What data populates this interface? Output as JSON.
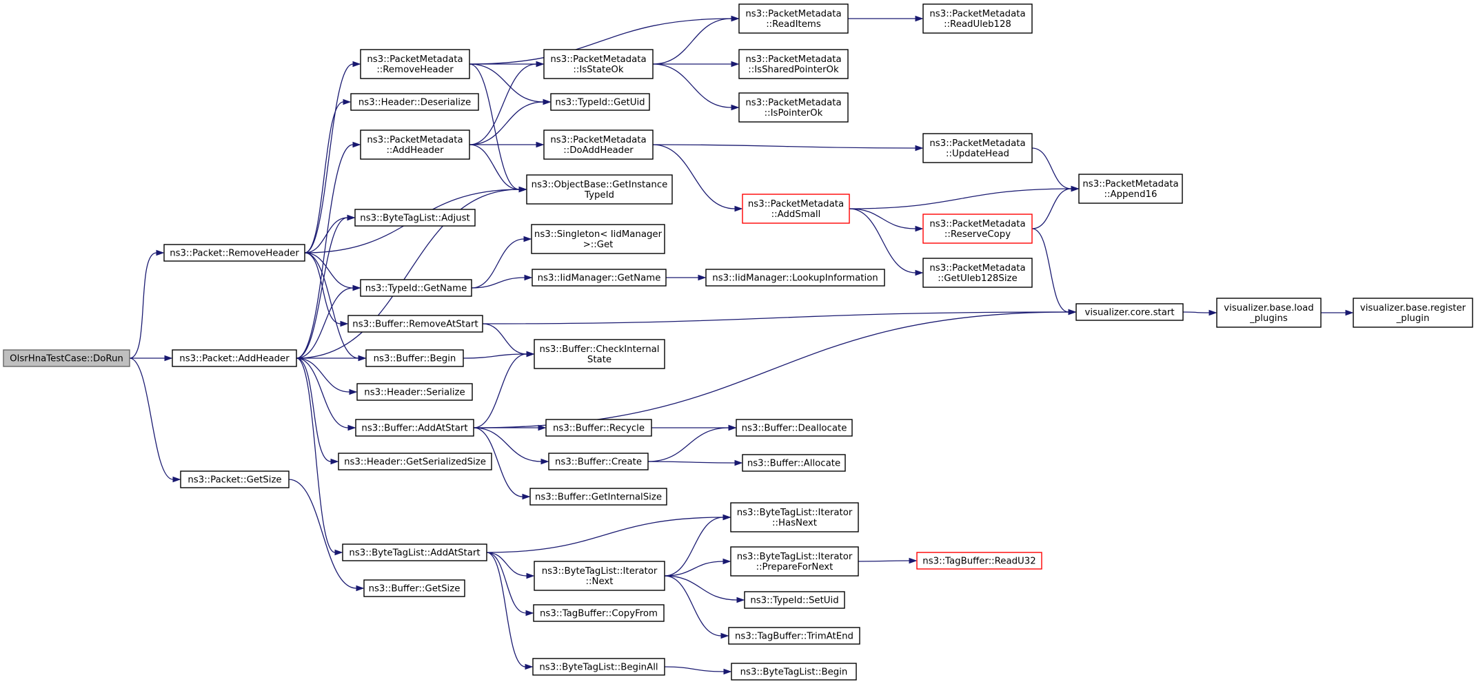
{
  "nodes": [
    {
      "id": "root",
      "lines": [
        "OlsrHnaTestCase::DoRun"
      ],
      "style": "root"
    },
    {
      "id": "p_removeheader",
      "lines": [
        "ns3::Packet::RemoveHeader"
      ]
    },
    {
      "id": "p_addheader",
      "lines": [
        "ns3::Packet::AddHeader"
      ]
    },
    {
      "id": "p_getsize",
      "lines": [
        "ns3::Packet::GetSize"
      ]
    },
    {
      "id": "pm_removeheader",
      "lines": [
        "ns3::PacketMetadata",
        "::RemoveHeader"
      ]
    },
    {
      "id": "h_deserialize",
      "lines": [
        "ns3::Header::Deserialize"
      ]
    },
    {
      "id": "pm_addheader",
      "lines": [
        "ns3::PacketMetadata",
        "::AddHeader"
      ]
    },
    {
      "id": "btl_adjust",
      "lines": [
        "ns3::ByteTagList::Adjust"
      ]
    },
    {
      "id": "tid_getname",
      "lines": [
        "ns3::TypeId::GetName"
      ]
    },
    {
      "id": "buf_removeatstart",
      "lines": [
        "ns3::Buffer::RemoveAtStart"
      ]
    },
    {
      "id": "buf_begin",
      "lines": [
        "ns3::Buffer::Begin"
      ]
    },
    {
      "id": "h_serialize",
      "lines": [
        "ns3::Header::Serialize"
      ]
    },
    {
      "id": "buf_addatstart",
      "lines": [
        "ns3::Buffer::AddAtStart"
      ]
    },
    {
      "id": "h_getserializedsize",
      "lines": [
        "ns3::Header::GetSerializedSize"
      ]
    },
    {
      "id": "btl_addatstart",
      "lines": [
        "ns3::ByteTagList::AddAtStart"
      ]
    },
    {
      "id": "buf_getsize",
      "lines": [
        "ns3::Buffer::GetSize"
      ]
    },
    {
      "id": "pm_isstateok",
      "lines": [
        "ns3::PacketMetadata",
        "::IsStateOk"
      ]
    },
    {
      "id": "tid_getuid",
      "lines": [
        "ns3::TypeId::GetUid"
      ]
    },
    {
      "id": "pm_doaddheader",
      "lines": [
        "ns3::PacketMetadata",
        "::DoAddHeader"
      ]
    },
    {
      "id": "ob_getinstancetypeid",
      "lines": [
        "ns3::ObjectBase::GetInstance",
        "TypeId"
      ]
    },
    {
      "id": "singleton_get",
      "lines": [
        "ns3::Singleton< IidManager",
        ">::Get"
      ]
    },
    {
      "id": "iid_getname",
      "lines": [
        "ns3::IidManager::GetName"
      ]
    },
    {
      "id": "buf_checkinternalstate",
      "lines": [
        "ns3::Buffer::CheckInternal",
        "State"
      ]
    },
    {
      "id": "buf_recycle",
      "lines": [
        "ns3::Buffer::Recycle"
      ]
    },
    {
      "id": "buf_create",
      "lines": [
        "ns3::Buffer::Create"
      ]
    },
    {
      "id": "buf_getinternalsize",
      "lines": [
        "ns3::Buffer::GetInternalSize"
      ]
    },
    {
      "id": "btli_next",
      "lines": [
        "ns3::ByteTagList::Iterator",
        "::Next"
      ]
    },
    {
      "id": "tb_copyfrom",
      "lines": [
        "ns3::TagBuffer::CopyFrom"
      ]
    },
    {
      "id": "btl_beginall",
      "lines": [
        "ns3::ByteTagList::BeginAll"
      ]
    },
    {
      "id": "pm_readitems",
      "lines": [
        "ns3::PacketMetadata",
        "::ReadItems"
      ]
    },
    {
      "id": "pm_issharedpointerok",
      "lines": [
        "ns3::PacketMetadata",
        "::IsSharedPointerOk"
      ]
    },
    {
      "id": "pm_ispointerok",
      "lines": [
        "ns3::PacketMetadata",
        "::IsPointerOk"
      ]
    },
    {
      "id": "pm_addsmall",
      "lines": [
        "ns3::PacketMetadata",
        "::AddSmall"
      ],
      "style": "red"
    },
    {
      "id": "iid_lookupinformation",
      "lines": [
        "ns3::IidManager::LookupInformation"
      ]
    },
    {
      "id": "buf_deallocate",
      "lines": [
        "ns3::Buffer::Deallocate"
      ]
    },
    {
      "id": "buf_allocate",
      "lines": [
        "ns3::Buffer::Allocate"
      ]
    },
    {
      "id": "btli_hasnext",
      "lines": [
        "ns3::ByteTagList::Iterator",
        "::HasNext"
      ]
    },
    {
      "id": "btli_preparefornext",
      "lines": [
        "ns3::ByteTagList::Iterator",
        "::PrepareForNext"
      ]
    },
    {
      "id": "tid_setuid",
      "lines": [
        "ns3::TypeId::SetUid"
      ]
    },
    {
      "id": "tb_trimatend",
      "lines": [
        "ns3::TagBuffer::TrimAtEnd"
      ]
    },
    {
      "id": "btl_begin",
      "lines": [
        "ns3::ByteTagList::Begin"
      ]
    },
    {
      "id": "pm_readuleb128",
      "lines": [
        "ns3::PacketMetadata",
        "::ReadUleb128"
      ]
    },
    {
      "id": "pm_updatehead",
      "lines": [
        "ns3::PacketMetadata",
        "::UpdateHead"
      ]
    },
    {
      "id": "pm_reservecopy",
      "lines": [
        "ns3::PacketMetadata",
        "::ReserveCopy"
      ],
      "style": "red"
    },
    {
      "id": "pm_getuleb128size",
      "lines": [
        "ns3::PacketMetadata",
        "::GetUleb128Size"
      ]
    },
    {
      "id": "tb_readu32",
      "lines": [
        "ns3::TagBuffer::ReadU32"
      ],
      "style": "red"
    },
    {
      "id": "pm_append16",
      "lines": [
        "ns3::PacketMetadata",
        "::Append16"
      ]
    },
    {
      "id": "viz_core_start",
      "lines": [
        "visualizer.core.start"
      ]
    },
    {
      "id": "viz_base_loadplugins",
      "lines": [
        "visualizer.base.load",
        "_plugins"
      ]
    },
    {
      "id": "viz_base_registerplugin",
      "lines": [
        "visualizer.base.register",
        "_plugin"
      ]
    }
  ],
  "edges": [
    [
      "root",
      "p_removeheader"
    ],
    [
      "root",
      "p_addheader"
    ],
    [
      "root",
      "p_getsize"
    ],
    [
      "p_removeheader",
      "pm_removeheader"
    ],
    [
      "p_removeheader",
      "h_deserialize"
    ],
    [
      "p_removeheader",
      "ob_getinstancetypeid"
    ],
    [
      "p_removeheader",
      "btl_adjust"
    ],
    [
      "p_removeheader",
      "tid_getname"
    ],
    [
      "p_removeheader",
      "buf_removeatstart"
    ],
    [
      "p_removeheader",
      "buf_begin"
    ],
    [
      "p_addheader",
      "pm_addheader"
    ],
    [
      "p_addheader",
      "btl_adjust"
    ],
    [
      "p_addheader",
      "ob_getinstancetypeid"
    ],
    [
      "p_addheader",
      "tid_getname"
    ],
    [
      "p_addheader",
      "buf_begin"
    ],
    [
      "p_addheader",
      "h_serialize"
    ],
    [
      "p_addheader",
      "buf_addatstart"
    ],
    [
      "p_addheader",
      "h_getserializedsize"
    ],
    [
      "p_addheader",
      "btl_addatstart"
    ],
    [
      "p_getsize",
      "buf_getsize"
    ],
    [
      "pm_removeheader",
      "pm_readitems"
    ],
    [
      "pm_removeheader",
      "pm_isstateok"
    ],
    [
      "pm_removeheader",
      "tid_getuid"
    ],
    [
      "pm_removeheader",
      "ob_getinstancetypeid"
    ],
    [
      "pm_addheader",
      "pm_isstateok"
    ],
    [
      "pm_addheader",
      "tid_getuid"
    ],
    [
      "pm_addheader",
      "pm_doaddheader"
    ],
    [
      "pm_addheader",
      "ob_getinstancetypeid"
    ],
    [
      "tid_getname",
      "singleton_get"
    ],
    [
      "tid_getname",
      "iid_getname"
    ],
    [
      "buf_removeatstart",
      "viz_core_start"
    ],
    [
      "buf_removeatstart",
      "buf_checkinternalstate"
    ],
    [
      "buf_begin",
      "buf_checkinternalstate"
    ],
    [
      "buf_addatstart",
      "buf_checkinternalstate"
    ],
    [
      "buf_addatstart",
      "viz_core_start"
    ],
    [
      "buf_addatstart",
      "buf_recycle"
    ],
    [
      "buf_addatstart",
      "buf_create"
    ],
    [
      "buf_addatstart",
      "buf_getinternalsize"
    ],
    [
      "btl_addatstart",
      "btli_hasnext"
    ],
    [
      "btl_addatstart",
      "btli_next"
    ],
    [
      "btl_addatstart",
      "tb_copyfrom"
    ],
    [
      "btl_addatstart",
      "btl_beginall"
    ],
    [
      "pm_isstateok",
      "pm_readitems"
    ],
    [
      "pm_isstateok",
      "pm_issharedpointerok"
    ],
    [
      "pm_isstateok",
      "pm_ispointerok"
    ],
    [
      "pm_doaddheader",
      "pm_updatehead"
    ],
    [
      "pm_doaddheader",
      "pm_addsmall"
    ],
    [
      "iid_getname",
      "iid_lookupinformation"
    ],
    [
      "buf_recycle",
      "buf_deallocate"
    ],
    [
      "buf_create",
      "buf_deallocate"
    ],
    [
      "buf_create",
      "buf_allocate"
    ],
    [
      "btli_next",
      "btli_hasnext"
    ],
    [
      "btli_next",
      "btli_preparefornext"
    ],
    [
      "btli_next",
      "tid_setuid"
    ],
    [
      "btli_next",
      "tb_trimatend"
    ],
    [
      "btl_beginall",
      "btl_begin"
    ],
    [
      "pm_readitems",
      "pm_readuleb128"
    ],
    [
      "pm_addsmall",
      "pm_append16"
    ],
    [
      "pm_addsmall",
      "pm_reservecopy"
    ],
    [
      "pm_addsmall",
      "pm_getuleb128size"
    ],
    [
      "pm_updatehead",
      "pm_append16"
    ],
    [
      "pm_reservecopy",
      "pm_append16"
    ],
    [
      "pm_reservecopy",
      "viz_core_start"
    ],
    [
      "btli_preparefornext",
      "tb_readu32"
    ],
    [
      "viz_core_start",
      "viz_base_loadplugins"
    ],
    [
      "viz_base_loadplugins",
      "viz_base_registerplugin"
    ]
  ]
}
